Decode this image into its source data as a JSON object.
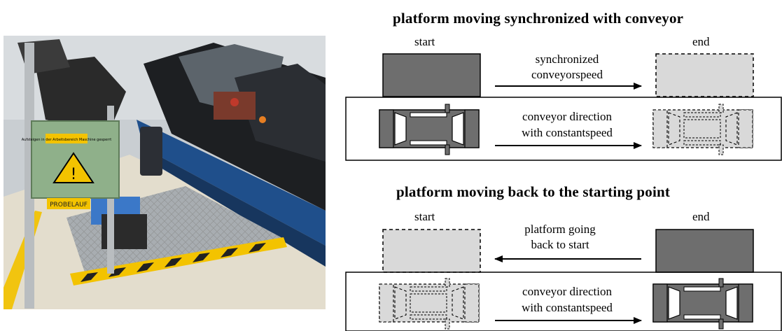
{
  "photo": {
    "sign_text": "Aufsteigen in der Arbeitsbereich Maschine gesperrt",
    "sign_label": "PROBELAUF"
  },
  "top_section": {
    "title": "platform moving synchronized with conveyor",
    "start_label": "start",
    "end_label": "end",
    "platform_arrow_text": [
      "synchronized",
      "conveyorspeed"
    ],
    "conveyor_arrow_text": [
      "conveyor direction",
      "with constantspeed"
    ]
  },
  "bottom_section": {
    "title": "platform moving back to the starting point",
    "start_label": "start",
    "end_label": "end",
    "platform_arrow_text": [
      "platform going",
      "back to start"
    ],
    "conveyor_arrow_text": [
      "conveyor direction",
      "with constantspeed"
    ]
  },
  "colors": {
    "platform_solid": "#6e6e6e",
    "platform_ghost": "#d9d9d9",
    "car_body": "#6e6e6e",
    "car_window": "#ffffff",
    "sign_green": "#8fb08a",
    "warning_yellow": "#f3c300"
  }
}
